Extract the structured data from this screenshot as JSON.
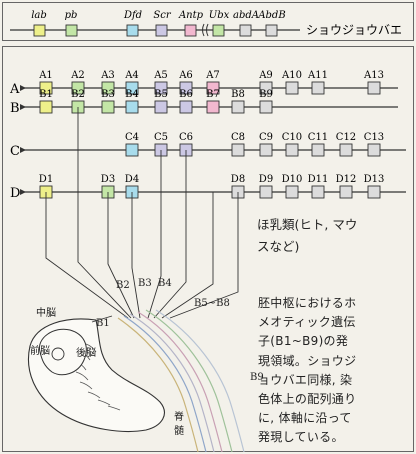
{
  "colors": {
    "background": "#f3f1ea",
    "yellow": "#eef08a",
    "green": "#c3e6a6",
    "cyan": "#a8dcec",
    "lavender": "#ccc8e4",
    "pink": "#f2b8cf",
    "gray": "#dcdcdc",
    "line": "#333333"
  },
  "fly": {
    "genes": [
      "lab",
      "pb",
      "Dfd",
      "Scr",
      "Antp",
      "Ubx",
      "abdA",
      "AbdB"
    ],
    "caption": "ショウジョウバエ"
  },
  "rows": {
    "A": {
      "label": "A",
      "genes": [
        "A1",
        "A2",
        "A3",
        "A4",
        "A5",
        "A6",
        "A7",
        "A9",
        "A10",
        "A11",
        "A13"
      ]
    },
    "B": {
      "label": "B",
      "genes": [
        "B1",
        "B2",
        "B3",
        "B4",
        "B5",
        "B6",
        "B7",
        "B8",
        "B9"
      ]
    },
    "C": {
      "label": "C",
      "genes": [
        "C4",
        "C5",
        "C6",
        "C8",
        "C9",
        "C10",
        "C11",
        "C12",
        "C13"
      ]
    },
    "D": {
      "label": "D",
      "genes": [
        "D1",
        "D3",
        "D4",
        "D8",
        "D9",
        "D10",
        "D11",
        "D12",
        "D13"
      ]
    }
  },
  "mammal": {
    "heading_line1": "ほ乳類(ヒト, マウ",
    "heading_line2": "スなど)",
    "paragraph": [
      "胚中枢におけるホ",
      "メオティック遺伝",
      "子(B1~B9)の発",
      "現領域。ショウジ",
      "ョウバエ同様, 染",
      "色体上の配列通り",
      "に, 体軸に沿って",
      "発現している。"
    ]
  },
  "embryo_labels": {
    "midbrain": "中脳",
    "forebrain": "前脳",
    "hindbrain": "後脳",
    "spinal_cord_1": "脊",
    "spinal_cord_2": "髄",
    "b1": "B1",
    "b2": "B2",
    "b3": "B3",
    "b4": "B4",
    "b5_b8": "B5~B8",
    "b9": "B9"
  }
}
